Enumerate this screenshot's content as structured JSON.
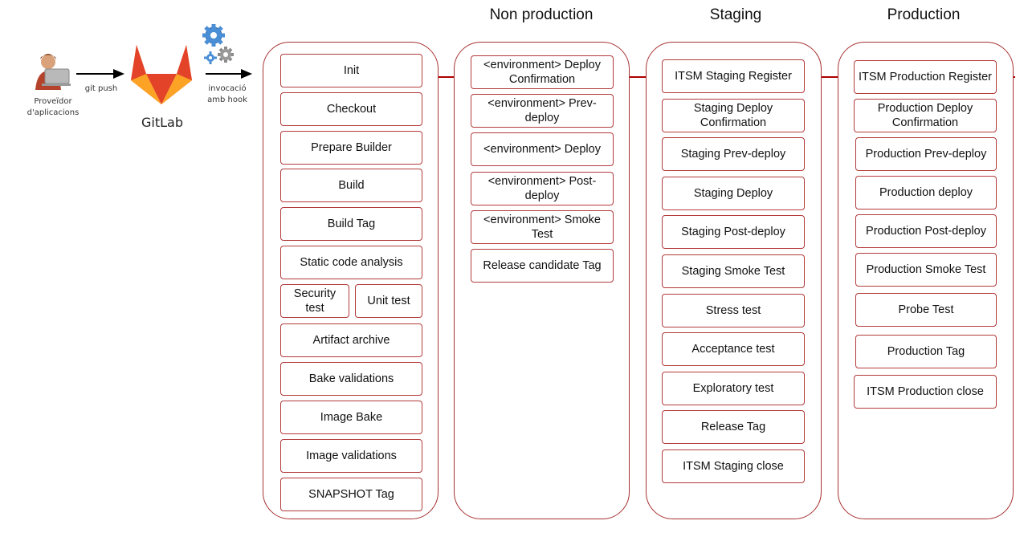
{
  "source": {
    "label": "Proveïdor\nd'aplicacions",
    "icon": "developer-laptop-icon"
  },
  "git_push_label": "git push",
  "gitlab": {
    "label": "GitLab",
    "icon": "gitlab-fox-icon"
  },
  "hook_label": "invocació\namb hook",
  "gears_icon": "gears-icon",
  "accent_color": "#b00000",
  "columns": [
    {
      "title": "",
      "steps": [
        "Init",
        "Checkout",
        "Prepare Builder",
        "Build",
        "Build Tag",
        "Static code analysis",
        "Security test",
        "Unit test",
        "Artifact archive",
        "Bake validations",
        "Image Bake",
        "Image validations",
        "SNAPSHOT Tag"
      ]
    },
    {
      "title": "Non production",
      "steps": [
        "<environment> Deploy Confirmation",
        "<environment> Prev-deploy",
        "<environment> Deploy",
        "<environment> Post-deploy",
        "<environment> Smoke Test",
        "Release candidate Tag"
      ]
    },
    {
      "title": "Staging",
      "steps": [
        "ITSM Staging Register",
        "Staging Deploy Confirmation",
        "Staging Prev-deploy",
        "Staging Deploy",
        "Staging Post-deploy",
        "Staging Smoke Test",
        "Stress test",
        "Acceptance test",
        "Exploratory test",
        "Release Tag",
        "ITSM Staging close"
      ]
    },
    {
      "title": "Production",
      "steps": [
        "ITSM Production Register",
        "Production Deploy Confirmation",
        "Production Prev-deploy",
        "Production deploy",
        "Production Post-deploy",
        "Production Smoke Test",
        "Probe Test",
        "Production Tag",
        "ITSM Production close"
      ]
    }
  ]
}
